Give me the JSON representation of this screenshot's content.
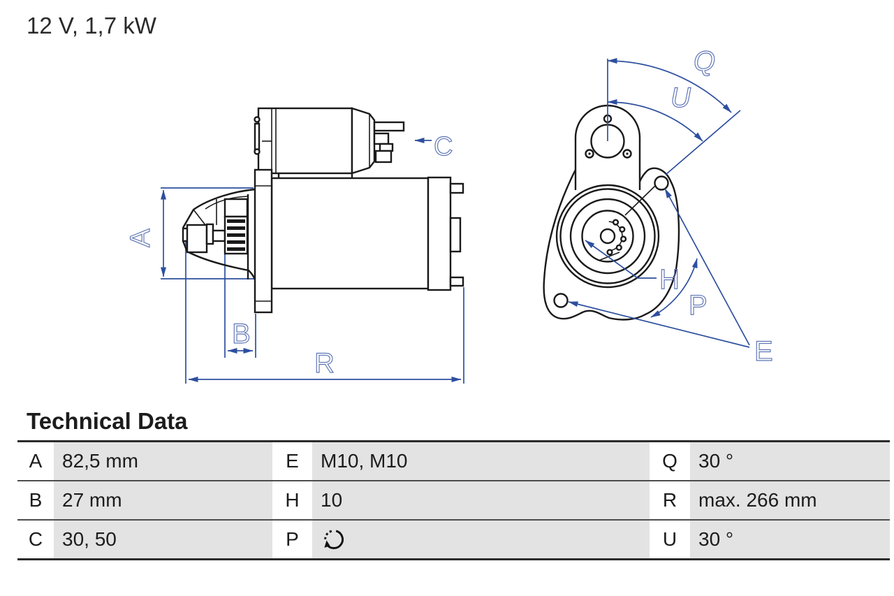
{
  "header": {
    "title": "12 V, 1,7 kW"
  },
  "drawing": {
    "colors": {
      "outline": "#1a1a1a",
      "dimension_line": "#2d4f9f",
      "dimension_label": "#5d74b5",
      "table_cell_gray": "#e3e3e3"
    },
    "side_view": {
      "name": "starter-motor-side-view",
      "labels": {
        "a": "A",
        "b": "B",
        "c": "C",
        "r": "R"
      },
      "icons": [
        "left-arrow-icon"
      ]
    },
    "front_view": {
      "name": "starter-motor-front-view",
      "labels": {
        "q": "Q",
        "u": "U",
        "h": "H",
        "p": "P",
        "e": "E"
      }
    }
  },
  "technical_data": {
    "heading": "Technical Data",
    "rows": [
      [
        {
          "key": "A",
          "value": "82,5 mm"
        },
        {
          "key": "E",
          "value": "M10, M10"
        },
        {
          "key": "Q",
          "value": "30 °"
        }
      ],
      [
        {
          "key": "B",
          "value": "27 mm"
        },
        {
          "key": "H",
          "value": "10"
        },
        {
          "key": "R",
          "value": "max. 266 mm"
        }
      ],
      [
        {
          "key": "C",
          "value": "30, 50"
        },
        {
          "key": "P",
          "icon": "rotation-direction-icon"
        },
        {
          "key": "U",
          "value": "30 °"
        }
      ]
    ]
  }
}
